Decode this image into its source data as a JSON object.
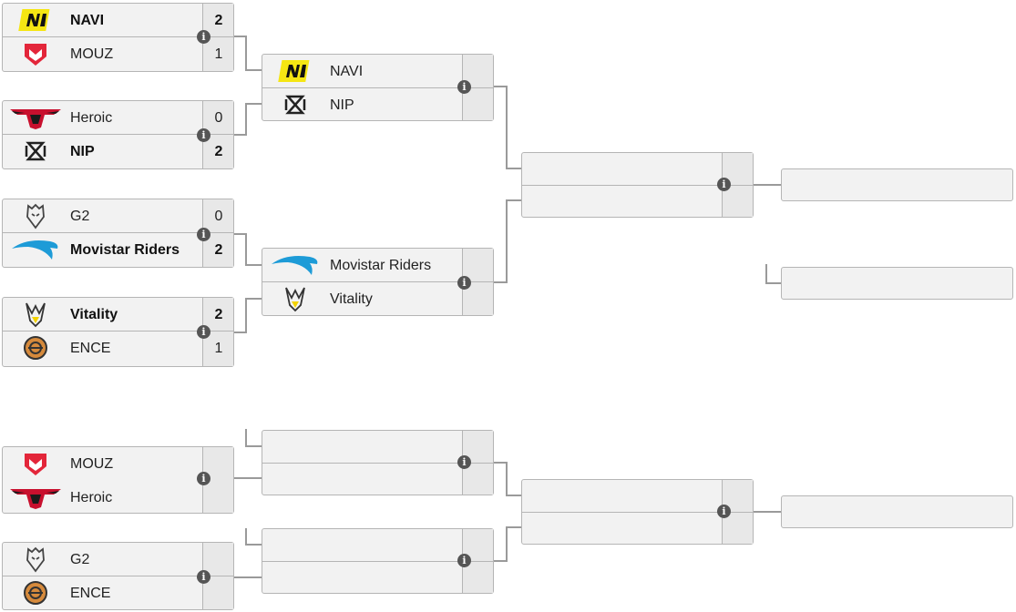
{
  "upper_bracket": {
    "quarterfinals": [
      {
        "team1": {
          "name": "NAVI",
          "score": "2",
          "logo": "navi-logo",
          "winner": true
        },
        "team2": {
          "name": "MOUZ",
          "score": "1",
          "logo": "mouz-logo",
          "winner": false
        }
      },
      {
        "team1": {
          "name": "Heroic",
          "score": "0",
          "logo": "heroic-logo",
          "winner": false
        },
        "team2": {
          "name": "NIP",
          "score": "2",
          "logo": "nip-logo",
          "winner": true
        }
      },
      {
        "team1": {
          "name": "G2",
          "score": "0",
          "logo": "g2-logo",
          "winner": false
        },
        "team2": {
          "name": "Movistar Riders",
          "score": "2",
          "logo": "movistar-riders-logo",
          "winner": true
        }
      },
      {
        "team1": {
          "name": "Vitality",
          "score": "2",
          "logo": "vitality-logo",
          "winner": true
        },
        "team2": {
          "name": "ENCE",
          "score": "1",
          "logo": "ence-logo",
          "winner": false
        }
      }
    ],
    "semifinals": [
      {
        "team1": {
          "name": "NAVI",
          "logo": "navi-logo"
        },
        "team2": {
          "name": "NIP",
          "logo": "nip-logo"
        }
      },
      {
        "team1": {
          "name": "Movistar Riders",
          "logo": "movistar-riders-logo"
        },
        "team2": {
          "name": "Vitality",
          "logo": "vitality-logo"
        }
      }
    ]
  },
  "lower_bracket": {
    "round1": [
      {
        "team1": {
          "name": "MOUZ",
          "logo": "mouz-logo"
        },
        "team2": {
          "name": "Heroic",
          "logo": "heroic-logo"
        }
      },
      {
        "team1": {
          "name": "G2",
          "logo": "g2-logo"
        },
        "team2": {
          "name": "ENCE",
          "logo": "ence-logo"
        }
      }
    ]
  },
  "icons": {
    "match_info": "info-icon",
    "info_glyph": "i"
  },
  "colors": {
    "box_bg": "#f2f2f2",
    "border": "#b5b5b5",
    "connector": "#9a9a9a",
    "info_icon": "#555555",
    "navi_yellow": "#f5e613",
    "mouz_red": "#e3263a",
    "heroic_red": "#c8102e",
    "movistar_blue": "#1d9bd7",
    "ence_brown": "#d68a3c"
  }
}
